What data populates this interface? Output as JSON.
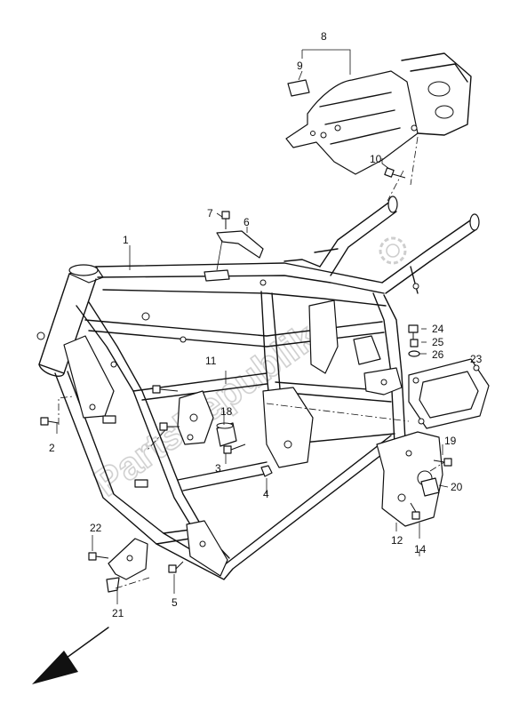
{
  "watermark": "PartsRepublik",
  "callouts": {
    "c1": "1",
    "c2": "2",
    "c3": "3",
    "c4": "4",
    "c5": "5",
    "c6": "6",
    "c7": "7",
    "c8": "8",
    "c9": "9",
    "c10": "10",
    "c11": "11",
    "c12": "12",
    "c14": "14",
    "c18": "18",
    "c19": "19",
    "c20": "20",
    "c21": "21",
    "c22": "22",
    "c23": "23",
    "c24": "24",
    "c25": "25",
    "c26": "26"
  },
  "icons": {
    "front_arrow": "arrow-down-left-icon",
    "gear_logo": "gear-icon"
  }
}
